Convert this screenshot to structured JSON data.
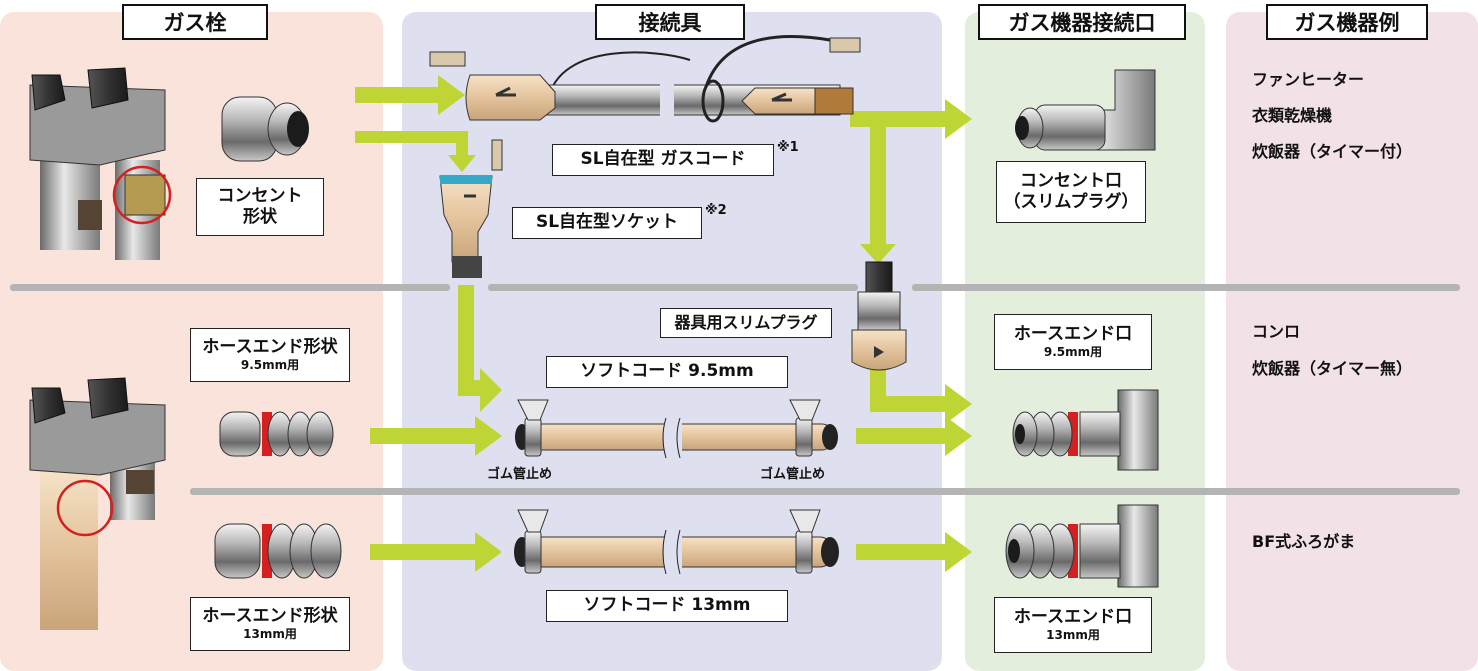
{
  "columns": {
    "gas_tap": "ガス栓",
    "connector": "接続具",
    "appliance_inlet": "ガス機器接続口",
    "appliance_examples": "ガス機器例"
  },
  "gas_tap": {
    "outlet_shape": [
      "コンセント",
      "形状"
    ],
    "hose_end_95": {
      "title": "ホースエンド形状",
      "sub": "9.5mm用"
    },
    "hose_end_13": {
      "title": "ホースエンド形状",
      "sub": "13mm用"
    }
  },
  "connector": {
    "sl_gas_cord": "SL自在型 ガスコード",
    "sl_gas_cord_note": "※1",
    "sl_socket": "SL自在型ソケット",
    "sl_socket_note": "※2",
    "slim_plug": "器具用スリムプラグ",
    "soft_cord_95": "ソフトコード 9.5mm",
    "soft_cord_13": "ソフトコード 13mm",
    "hose_clamp_left": "ゴム管止め",
    "hose_clamp_right": "ゴム管止め"
  },
  "appliance_inlet": {
    "outlet": [
      "コンセント口",
      "（スリムプラグ）"
    ],
    "hose_end_95": {
      "title": "ホースエンド口",
      "sub": "9.5mm用"
    },
    "hose_end_13": {
      "title": "ホースエンド口",
      "sub": "13mm用"
    }
  },
  "appliance_examples": {
    "row1": [
      "ファンヒーター",
      "衣類乾燥機",
      "炊飯器（タイマー付）"
    ],
    "row2": [
      "コンロ",
      "炊飯器（タイマー無）"
    ],
    "row3": [
      "BF式ふろがま"
    ]
  },
  "colors": {
    "gas_tap_bg": "#fae3da",
    "connector_bg": "#dedfef",
    "inlet_bg": "#e3eedd",
    "examples_bg": "#f3e1e8",
    "arrow": "#bfd435",
    "divider": "#b4b4b4",
    "red_ring": "#d42020",
    "cord_tan": "#e8c9a4"
  }
}
